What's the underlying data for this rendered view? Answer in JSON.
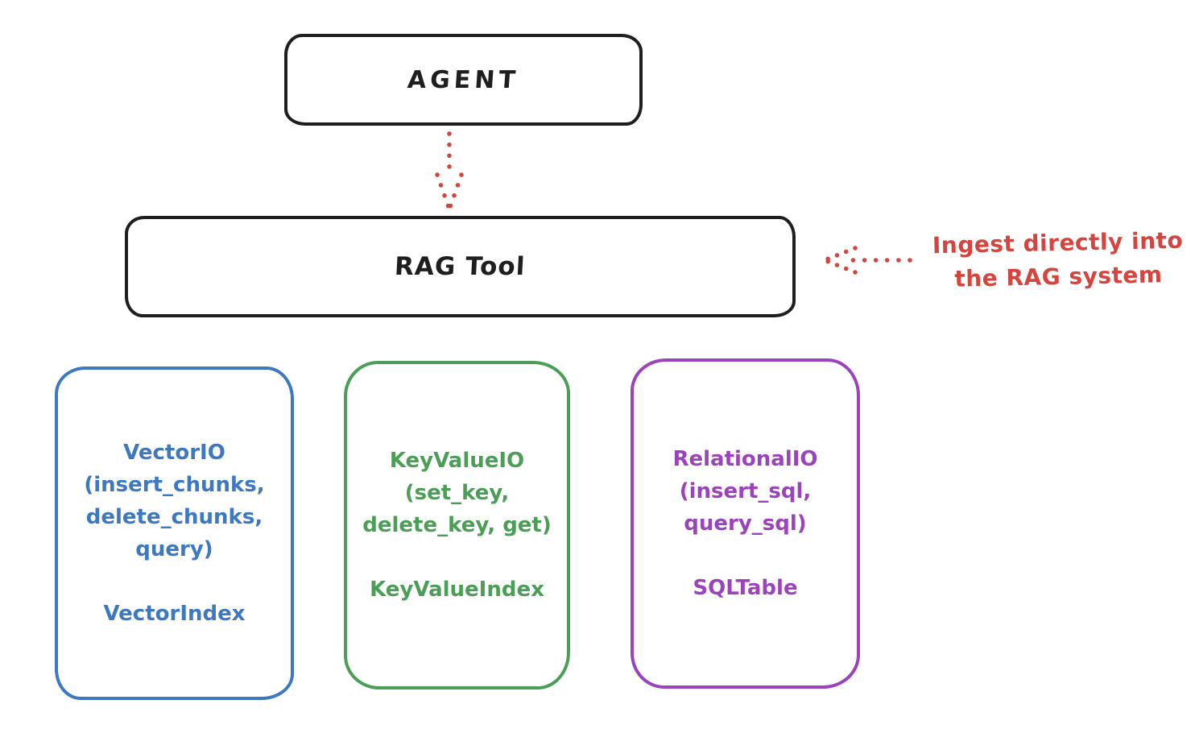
{
  "canvas": {
    "background": "#ffffff",
    "ink_color": "#1e1e1e",
    "accent_red": "#d4453f"
  },
  "nodes": {
    "agent": {
      "label": "AGENT",
      "stroke_color": "#1e1e1e"
    },
    "rag_tool": {
      "label": "RAG Tool",
      "stroke_color": "#1e1e1e"
    }
  },
  "arrows": {
    "agent_to_rag": {
      "style": "dotted",
      "direction": "down",
      "color": "#d4453f"
    },
    "annotation_to_rag": {
      "style": "dotted",
      "direction": "left",
      "color": "#d4453f"
    }
  },
  "annotation": {
    "line1": "Ingest directly into",
    "line2": "the RAG system",
    "color": "#d4453f"
  },
  "backends": [
    {
      "name": "vector-io",
      "color": "#3d78c2",
      "lines": [
        "VectorIO",
        "(insert_chunks,",
        "delete_chunks,",
        "query)"
      ],
      "index_label": "VectorIndex"
    },
    {
      "name": "keyvalue-io",
      "color": "#4a9e55",
      "lines": [
        "KeyValueIO",
        "(set_key,",
        "delete_key, get)"
      ],
      "index_label": "KeyValueIndex"
    },
    {
      "name": "relational-io",
      "color": "#9b42bd",
      "lines": [
        "RelationalIO",
        "(insert_sql,",
        "query_sql)"
      ],
      "index_label": "SQLTable"
    }
  ]
}
